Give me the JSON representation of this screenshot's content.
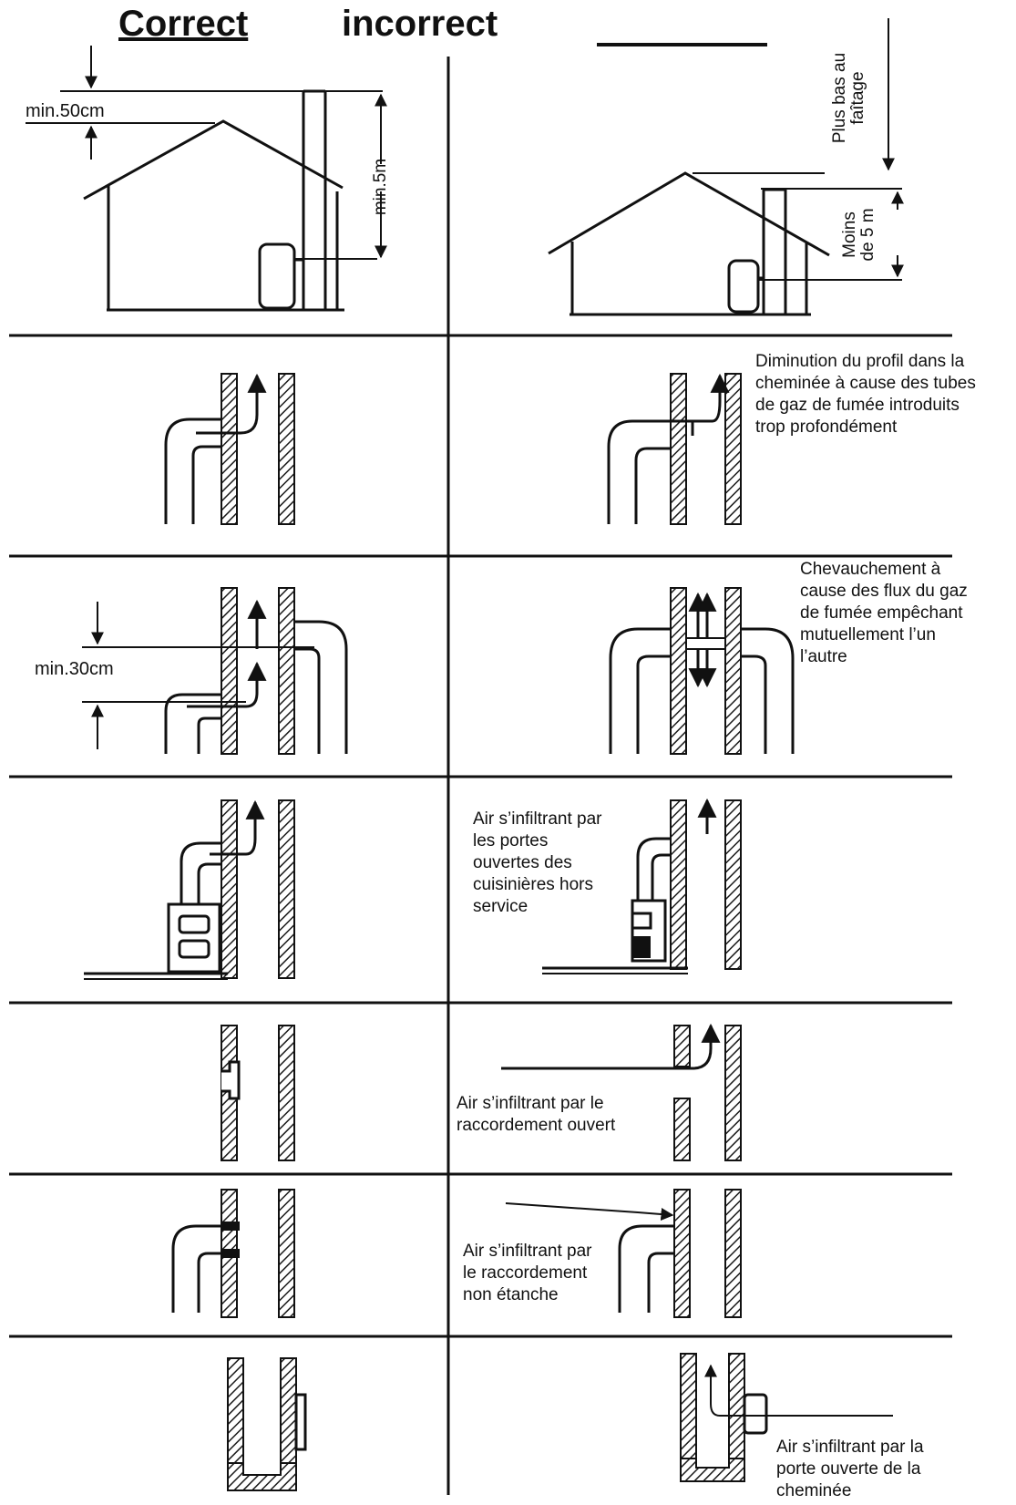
{
  "headers": {
    "correct": "Correct",
    "incorrect": "incorrect"
  },
  "labels": {
    "min50cm": "min.50cm",
    "min5m": "min.5m",
    "plus_bas": "Plus bas au\nfaîtage",
    "moins_5m": "Moins\nde 5 m",
    "diminution": "Diminution du profil dans la\ncheminée à cause des tubes\nde gaz de fumée introduits\ntrop profondément",
    "min30cm": "min.30cm",
    "chevauchement": "Chevauchement à\ncause des flux du gaz\nde fumée empêchant\nmutuellement l’un\nl’autre",
    "air_portes": "Air s’infiltrant par\nles portes\nouvertes des\ncuisinières hors\nservice",
    "air_raccord_ouvert": "Air s’infiltrant par le\nraccordement ouvert",
    "air_raccord_non_etanche": "Air s’infiltrant par\nle raccordement\nnon étanche",
    "air_porte_cheminee": "Air s’infiltrant par la\nporte ouverte de la\ncheminée"
  },
  "colors": {
    "ink": "#111111",
    "hatch": "#1a1a1a",
    "paper": "#ffffff"
  }
}
